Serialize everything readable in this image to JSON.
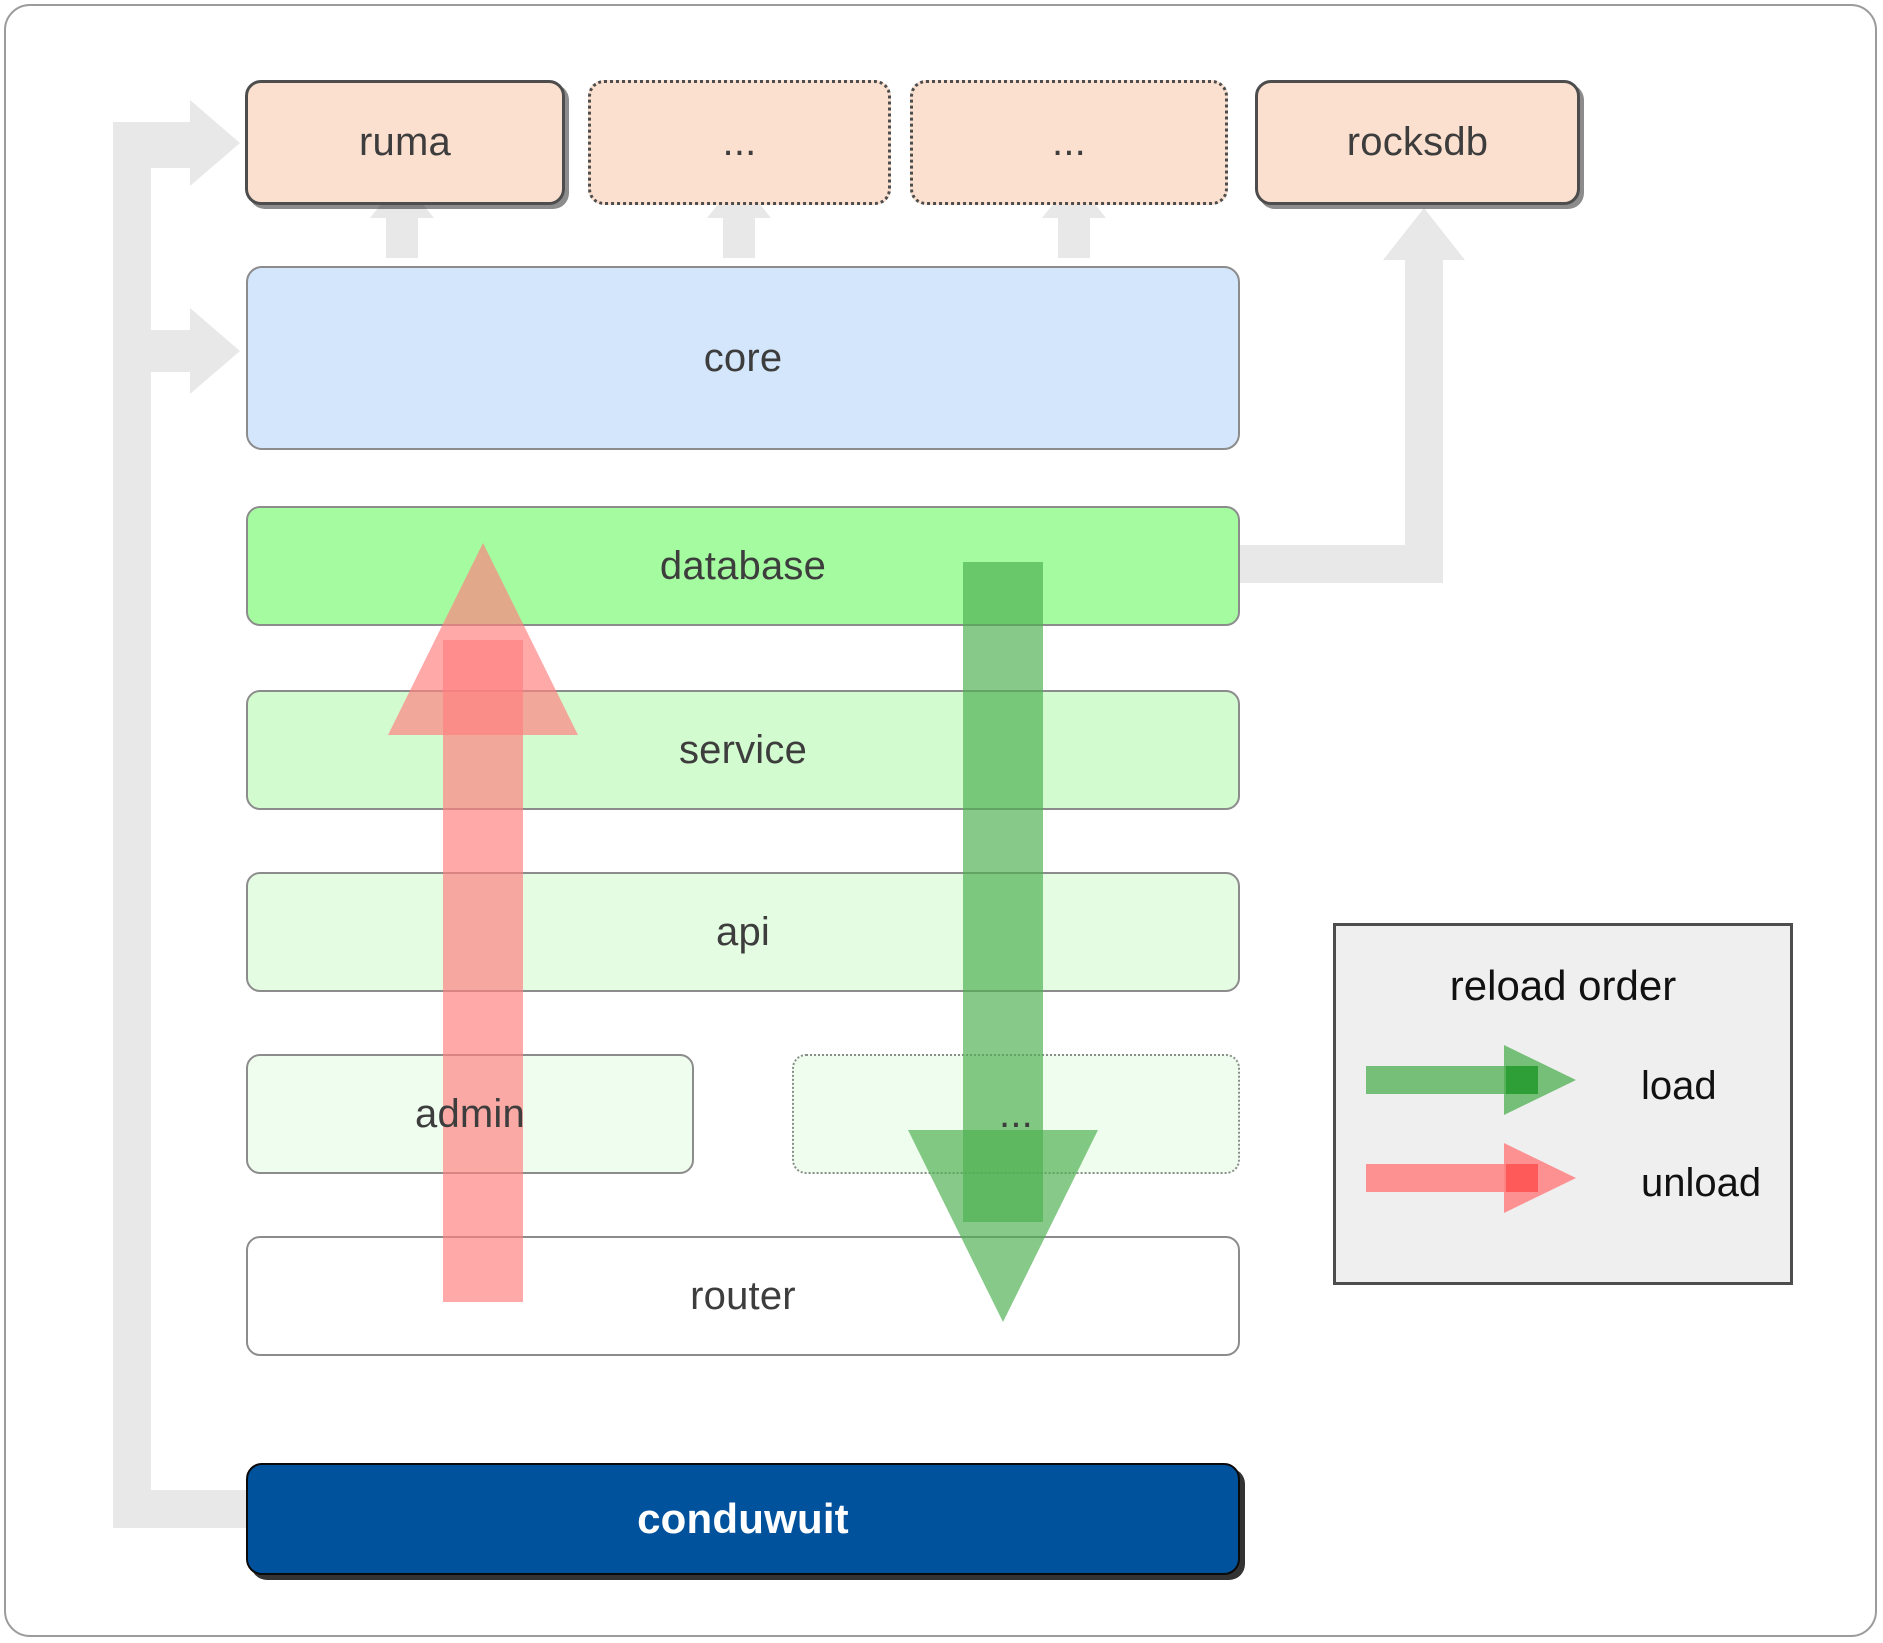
{
  "diagram": {
    "title": "conduwuit crate dependency / reload order diagram",
    "colors": {
      "external_fill": "#fce0cf",
      "external_border": "#4d4d4d",
      "core_fill": "#d4e6fb",
      "database_fill": "#a5fca0",
      "service_fill": "#d3fbd0",
      "api_fill": "#e4fce2",
      "admin_fill": "#effdee",
      "router_fill": "#ffffff",
      "root_fill": "#01529c",
      "root_text": "#ffffff",
      "legend_fill": "#efefef",
      "load_arrow": "#4caf50",
      "unload_arrow": "#ff8080",
      "connector_arrow": "#e8e8e8",
      "node_text": "#3d3d3d"
    }
  },
  "external": [
    {
      "label": "ruma",
      "style": "solid"
    },
    {
      "label": "...",
      "style": "dotted"
    },
    {
      "label": "...",
      "style": "dotted"
    },
    {
      "label": "rocksdb",
      "style": "solid"
    }
  ],
  "stack": {
    "core": {
      "label": "core"
    },
    "database": {
      "label": "database"
    },
    "service": {
      "label": "service"
    },
    "api": {
      "label": "api"
    },
    "admin": {
      "label": "admin"
    },
    "admin_sibling": {
      "label": "..."
    },
    "router": {
      "label": "router"
    }
  },
  "root": {
    "label": "conduwuit"
  },
  "legend": {
    "title": "reload order",
    "items": [
      {
        "label": "load",
        "color": "#4caf50",
        "direction": "down"
      },
      {
        "label": "unload",
        "color": "#ff8080",
        "direction": "up"
      }
    ]
  },
  "flow_arrows": [
    {
      "name": "load",
      "from": "database",
      "to": "router",
      "color": "#4caf50"
    },
    {
      "name": "unload",
      "from": "router",
      "to": "database",
      "color": "#ff8080"
    }
  ],
  "connectors": [
    {
      "from": "conduwuit",
      "to": "ruma"
    },
    {
      "from": "conduwuit",
      "to": "core"
    },
    {
      "from": "database",
      "to": "rocksdb"
    },
    {
      "from": "core",
      "to": "ruma"
    },
    {
      "from": "core",
      "to": "..."
    },
    {
      "from": "core",
      "to": "..."
    }
  ]
}
